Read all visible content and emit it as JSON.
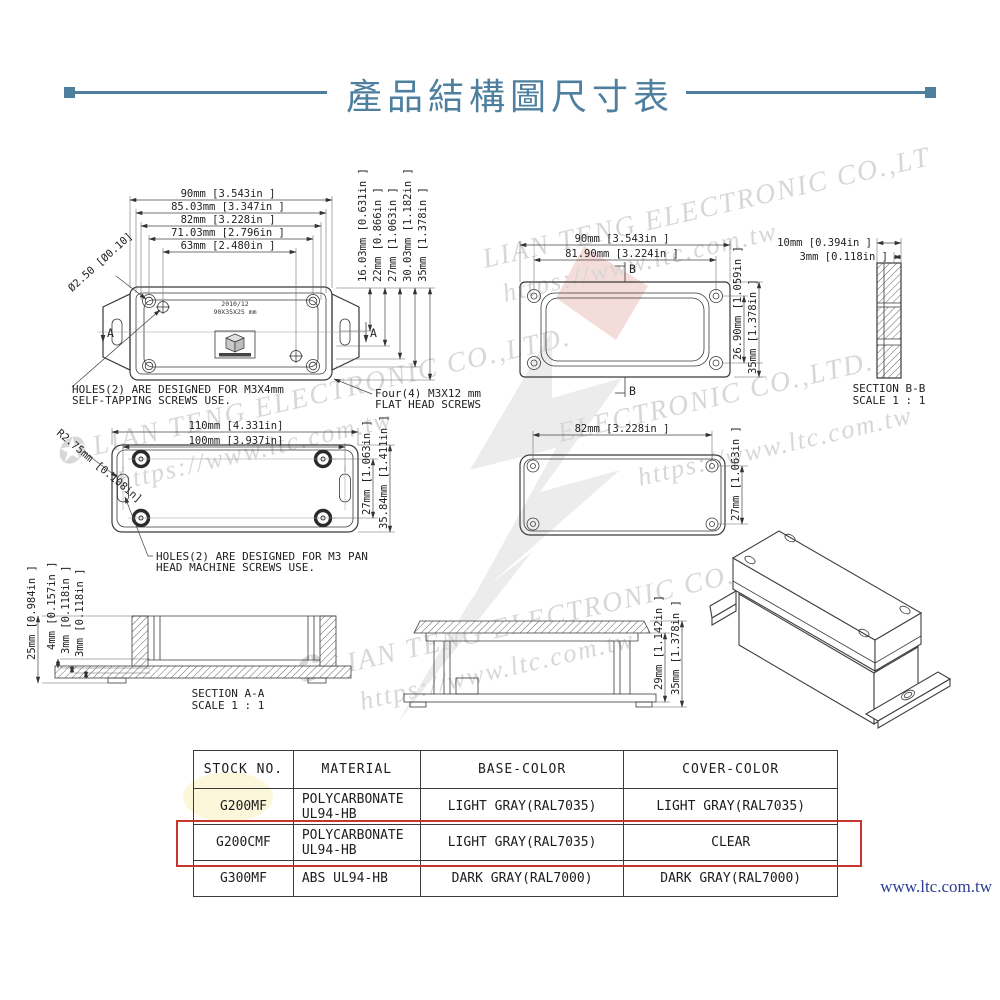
{
  "title": "產品結構圖尺寸表",
  "footer": {
    "website": "www.ltc.com.tw"
  },
  "watermark": {
    "company": "LIAN TENG ELECTRONIC CO.,LTD.",
    "company_head": "LIAN TENG ELECTRONIC CO.,LT",
    "company_tail": "ELECTRONIC CO.,LTD.",
    "url": "https://www.ltc.com.tw",
    "emblem": "✪"
  },
  "colors": {
    "accent": "#4e7f9e",
    "highlight_border": "#c8352c",
    "drawing_line": "#3a3a3a",
    "link": "#2c3e93",
    "watermark": "#d7d7d7"
  },
  "drawings": {
    "top_view": {
      "h_dims": [
        "90mm  [3.543in ]",
        "85.03mm  [3.347in ]",
        "82mm  [3.228in ]",
        "71.03mm  [2.796in ]",
        "63mm  [2.480in ]"
      ],
      "v_dims": [
        "16.03mm [0.631in ]",
        "22mm [0.866in ]",
        "27mm [1.063in ]",
        "30.03mm [1.182in ]",
        "35mm [1.378in ]"
      ],
      "hole_dia": "Ø2.50 [Ø0.10]",
      "interior_line1": "2010/12",
      "interior_line2": "90X35X25 mm",
      "section_marker": "A",
      "note_left_1": "HOLES(2) ARE DESIGNED FOR M3X4mm",
      "note_left_2": "SELF-TAPPING SCREWS USE.",
      "note_right_1": "Four(4) M3X12 mm",
      "note_right_2": "FLAT HEAD SCREWS"
    },
    "cover_outside": {
      "h_dims": [
        "90mm  [3.543in ]",
        "81.90mm  [3.224in ]"
      ],
      "v_dims": [
        "26.90mm [1.059in ]",
        "35mm [1.378in ]"
      ],
      "section_marker": "B"
    },
    "section_bb": {
      "dims": [
        "10mm  [0.394in ]",
        "3mm  [0.118in ]"
      ],
      "label1": "SECTION B-B",
      "label2": "SCALE 1 : 1"
    },
    "base_view": {
      "h_dims": [
        "110mm [4.331in]",
        "100mm [3.937in]"
      ],
      "v_dims": [
        "27mm [1.063in ]",
        "35.84mm [1.411in ]"
      ],
      "radius": "R2.75mm [0.108in]",
      "note_1": "HOLES(2) ARE DESIGNED FOR M3 PAN",
      "note_2": "HEAD MACHINE SCREWS USE."
    },
    "cover_inside": {
      "h_dim": "82mm  [3.228in ]",
      "v_dim": "27mm [1.063in ]"
    },
    "section_aa": {
      "overall": "25mm [0.984in ]",
      "steps": [
        "4mm [0.157in ]",
        "3mm [0.118in ]",
        "3mm [0.118in ]"
      ],
      "label1": "SECTION A-A",
      "label2": "SCALE 1 : 1"
    },
    "side_view": {
      "v_dims": [
        "29mm [1.142in ]",
        "35mm [1.378in ]"
      ]
    }
  },
  "table": {
    "headers": [
      "STOCK NO.",
      "MATERIAL",
      "BASE-COLOR",
      "COVER-COLOR"
    ],
    "rows": [
      {
        "stock": "G200MF",
        "material_1": "POLYCARBONATE",
        "material_2": "UL94-HB",
        "base": "LIGHT GRAY(RAL7035)",
        "cover": "LIGHT GRAY(RAL7035)"
      },
      {
        "stock": "G200CMF",
        "material_1": "POLYCARBONATE",
        "material_2": "UL94-HB",
        "base": "LIGHT GRAY(RAL7035)",
        "cover": "CLEAR"
      },
      {
        "stock": "G300MF",
        "material_1": "ABS UL94-HB",
        "material_2": "",
        "base": "DARK GRAY(RAL7000)",
        "cover": "DARK GRAY(RAL7000)"
      }
    ],
    "highlighted_stock": "G200CMF"
  }
}
